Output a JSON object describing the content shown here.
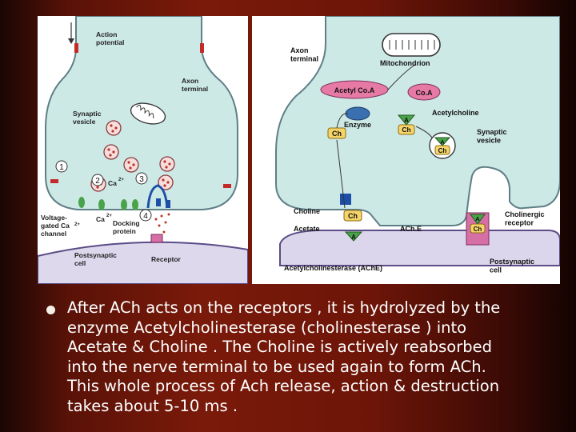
{
  "left_diagram": {
    "labels": {
      "action_potential": "Action\npotential",
      "axon_terminal": "Axon\nterminal",
      "synaptic_vesicle": "Synaptic\nvesicle",
      "step_1": "1",
      "step_2": "2",
      "step_3": "3",
      "step_4": "4",
      "ca_top": "Ca",
      "ca_top_sup": "2+",
      "voltage_gated": "Voltage-\ngated Ca\nchannel",
      "voltage_gated_sup": "2+",
      "ca_bottom": "Ca",
      "ca_bottom_sup": "2+",
      "docking_protein": "Docking\nprotein",
      "postsynaptic_cell": "Postsynaptic\ncell",
      "receptor": "Receptor"
    }
  },
  "right_diagram": {
    "labels": {
      "axon_terminal": "Axon\nterminal",
      "mitochondrion": "Mitochondrion",
      "acetyl_coa": "Acetyl Co.A",
      "coa": "Co.A",
      "acetylcholine": "Acetylcholine",
      "enzyme": "Enzyme",
      "ch_left": "Ch",
      "a_center": "A",
      "ch_center": "Ch",
      "a_vesicle": "A",
      "ch_vesicle": "Ch",
      "synaptic_vesicle": "Synaptic\nvesicle",
      "choline": "Choline",
      "ch_choline": "Ch",
      "acetate": "Acetate",
      "a_acetate": "A",
      "ache": "ACh.E",
      "a_receptor": "A",
      "ch_receptor": "Ch",
      "cholinergic_receptor": "Cholinergic\nreceptor",
      "acetylcholinesterase": "Acetylcholinesterase (AChE)",
      "postsynaptic_cell": "Postsynaptic\ncell"
    }
  },
  "bullet": {
    "text": "After ACh acts on the receptors , it is hydrolyzed by the\nenzyme  Acetylcholinesterase (cholinesterase ) into\nAcetate & Choline . The Choline is actively reabsorbed\ninto the nerve terminal to be used again to form ACh.\nThis whole process of Ach release, action & destruction\ntakes about 5-10 ms ."
  }
}
